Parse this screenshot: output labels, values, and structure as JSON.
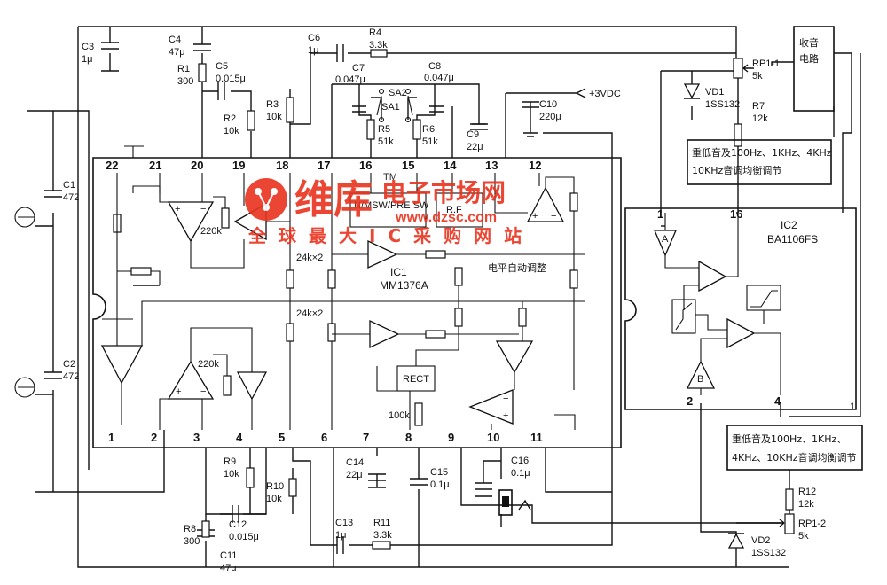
{
  "ic1": {
    "name": "IC1",
    "part": "MM1376A"
  },
  "ic2": {
    "name": "IC2",
    "part": "BA1106FS"
  },
  "ic1_pins_top": [
    "22",
    "21",
    "20",
    "19",
    "18",
    "17",
    "16",
    "15",
    "14",
    "13",
    "12"
  ],
  "ic1_pins_bottom": [
    "1",
    "2",
    "3",
    "4",
    "5",
    "6",
    "7",
    "8",
    "9",
    "10",
    "11"
  ],
  "ic2_pins": [
    "1",
    "16",
    "2",
    "4"
  ],
  "ic1_internal": {
    "switch": "N/MSW/PRE SW",
    "rf": "R.F",
    "rect": "RECT",
    "res_24k_top": "24k×2",
    "res_24k_bot": "24k×2",
    "r220k_top": "220k",
    "r220k_bot": "220k",
    "auto_level": "电平自动调整",
    "buf_a": "A",
    "buf_b": "B"
  },
  "components": {
    "C1": [
      "C1",
      "472"
    ],
    "C2": [
      "C2",
      "472"
    ],
    "C3": [
      "C3",
      "1μ"
    ],
    "C4": [
      "C4",
      "47μ"
    ],
    "R1": [
      "R1",
      "300"
    ],
    "C5": [
      "C5",
      "0.015μ"
    ],
    "R2": [
      "R2",
      "10k"
    ],
    "R3": [
      "R3",
      "10k"
    ],
    "C6": [
      "C6",
      "1μ"
    ],
    "R4": [
      "R4",
      "3.3k"
    ],
    "C7": [
      "C7",
      "0.047μ"
    ],
    "C8": [
      "C8",
      "0.047μ"
    ],
    "SA2": [
      "SA2"
    ],
    "SA1": [
      "SA1"
    ],
    "R5": [
      "R5",
      "51k"
    ],
    "R6": [
      "R6",
      "51k"
    ],
    "C9": [
      "C9",
      "22μ"
    ],
    "C10": [
      "C10",
      "220μ"
    ],
    "vdc": [
      "+3VDC"
    ],
    "RP1_1": [
      "RP1-1",
      "5k"
    ],
    "VD1": [
      "VD1",
      "1SS132"
    ],
    "R7": [
      "R7",
      "12k"
    ],
    "R9": [
      "R9",
      "10k"
    ],
    "R10": [
      "R10",
      "10k"
    ],
    "C12": [
      "C12",
      "0.015μ"
    ],
    "R8": [
      "R8",
      "300"
    ],
    "C11": [
      "C11",
      "47μ"
    ],
    "C13": [
      "C13",
      "1μ"
    ],
    "R11": [
      "R11",
      "3.3k"
    ],
    "C14": [
      "C14",
      "22μ"
    ],
    "C15": [
      "C15",
      "0.1μ"
    ],
    "C16": [
      "C16",
      "0.1μ"
    ],
    "R100k": [
      "100k"
    ],
    "R12": [
      "R12",
      "12k"
    ],
    "RP1_2": [
      "RP1-2",
      "5k"
    ],
    "VD2": [
      "VD2",
      "1SS132"
    ]
  },
  "radio_box": [
    "收音",
    "电路"
  ],
  "eq_note_top": [
    "重低音及100Hz、1KHz、4KHz",
    "10KHz音调均衡调节"
  ],
  "eq_note_bottom": [
    "重低音及100Hz、1KHz、",
    "4KHz、10KHz音调均衡调节"
  ],
  "mark_1": "1",
  "watermark": {
    "brand": "维库",
    "name": "电子市场网",
    "tm": "TM",
    "url": "www.dzsc.com",
    "slogan": "全球最大IC采购网站"
  },
  "colors": {
    "line": "#111111",
    "watermark": "#e8331d",
    "background": "#ffffff"
  }
}
